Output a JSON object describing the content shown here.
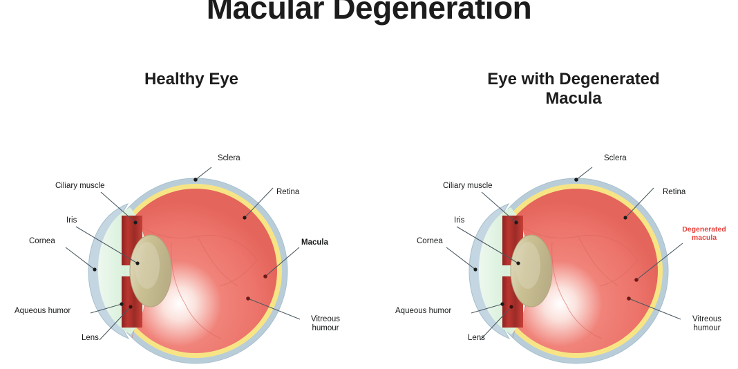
{
  "figure": {
    "title": "Macular Degeneration",
    "type": "anatomical-diagram",
    "subject": "human eye cross-section comparison",
    "panels": [
      {
        "id": "healthy",
        "title": "Healthy Eye",
        "labels": [
          {
            "id": "ciliary-muscle",
            "text": "Ciliary muscle",
            "style": "normal"
          },
          {
            "id": "iris",
            "text": "Iris",
            "style": "normal"
          },
          {
            "id": "cornea",
            "text": "Cornea",
            "style": "normal"
          },
          {
            "id": "aqueous-humor",
            "text": "Aqueous humor",
            "style": "normal"
          },
          {
            "id": "lens",
            "text": "Lens",
            "style": "normal"
          },
          {
            "id": "sclera",
            "text": "Sclera",
            "style": "normal"
          },
          {
            "id": "retina",
            "text": "Retina",
            "style": "normal"
          },
          {
            "id": "macula",
            "text": "Macula",
            "style": "bold"
          },
          {
            "id": "vitreous-humour-line1",
            "text": "Vitreous",
            "style": "normal"
          },
          {
            "id": "vitreous-humour-line2",
            "text": "humour",
            "style": "normal"
          }
        ]
      },
      {
        "id": "degenerated",
        "title_line1": "Eye with Degenerated",
        "title_line2": "Macula",
        "labels": [
          {
            "id": "ciliary-muscle",
            "text": "Ciliary muscle",
            "style": "normal"
          },
          {
            "id": "iris",
            "text": "Iris",
            "style": "normal"
          },
          {
            "id": "cornea",
            "text": "Cornea",
            "style": "normal"
          },
          {
            "id": "aqueous-humor",
            "text": "Aqueous humor",
            "style": "normal"
          },
          {
            "id": "lens",
            "text": "Lens",
            "style": "normal"
          },
          {
            "id": "sclera",
            "text": "Sclera",
            "style": "normal"
          },
          {
            "id": "retina",
            "text": "Retina",
            "style": "normal"
          },
          {
            "id": "degenerated-macula-line1",
            "text": "Degenerated",
            "style": "red"
          },
          {
            "id": "degenerated-macula-line2",
            "text": "macula",
            "style": "red"
          },
          {
            "id": "vitreous-humour-line1",
            "text": "Vitreous",
            "style": "normal"
          },
          {
            "id": "vitreous-humour-line2",
            "text": "humour",
            "style": "normal"
          }
        ]
      }
    ]
  },
  "colors": {
    "background": "#ffffff",
    "title_text": "#1c1c1c",
    "label_text": "#16181a",
    "highlight_red_text": "#e8413c",
    "sclera": "#b9cdd9",
    "sclera_edge": "#a3bccb",
    "retina_yellow": "#f7e585",
    "vitreous_red": "#ee7a72",
    "vitreous_red_dark": "#e06056",
    "vitreous_highlight": "#fdeae6",
    "iris_dark_red": "#9e2a28",
    "ciliary_red": "#c03a32",
    "lens_tan": "#c9c09b",
    "lens_tan_edge": "#b3a982",
    "aqueous_green": "#dff2e0",
    "leader_line": "#4a5860",
    "leader_dot": "#1b1b1b",
    "leader_dot_red": "#6d1b18",
    "vessel": "#d9685f"
  }
}
